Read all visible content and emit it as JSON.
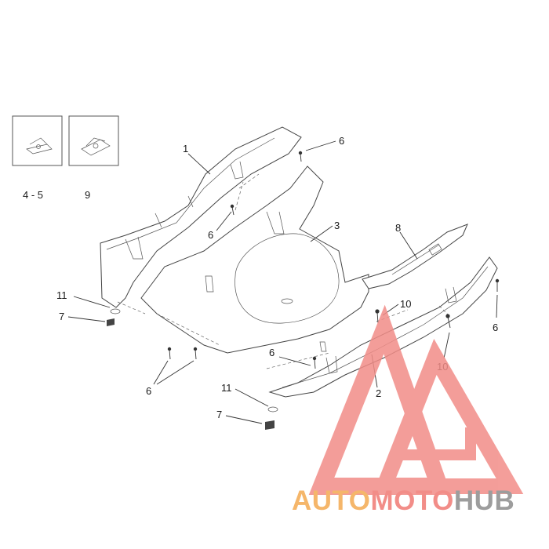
{
  "callouts": {
    "c1": "1",
    "c2": "2",
    "c3": "3",
    "c45": "4 - 5",
    "c6a": "6",
    "c6b": "6",
    "c6c": "6",
    "c6d": "6",
    "c6e": "6",
    "c7a": "7",
    "c7b": "7",
    "c8": "8",
    "c9": "9",
    "c10a": "10",
    "c10b": "10",
    "c11a": "11",
    "c11b": "11"
  },
  "watermark": {
    "part1": "AUTO",
    "part2": "MOTO",
    "part3": "HUB",
    "colors": {
      "orange": "#f5b66a",
      "red": "#f28d88",
      "gray": "#9d9d9d"
    }
  }
}
